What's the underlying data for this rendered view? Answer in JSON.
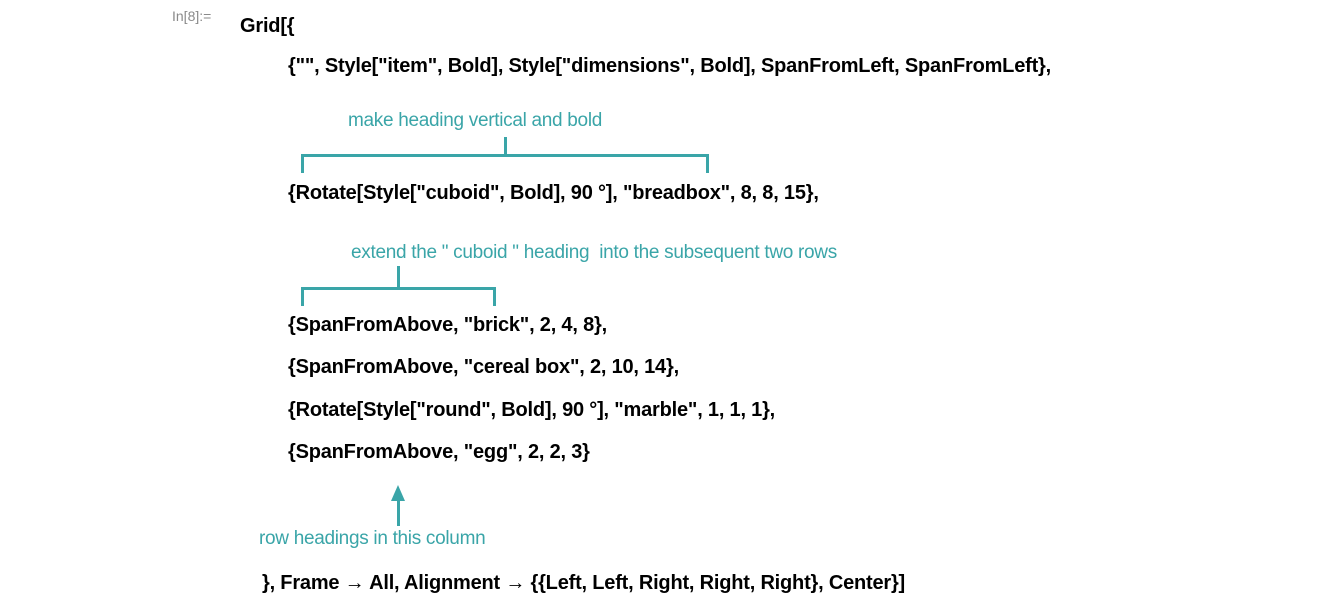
{
  "cell": {
    "label": "In[8]:=",
    "lines": [
      "Grid[{",
      "{\"\", Style[\"item\", Bold], Style[\"dimensions\", Bold], SpanFromLeft, SpanFromLeft},",
      "{Rotate[Style[\"cuboid\", Bold], 90 °], \"breadbox\", 8, 8, 15},",
      "{SpanFromAbove, \"brick\", 2, 4, 8},",
      "{SpanFromAbove, \"cereal box\", 2, 10, 14},",
      "{Rotate[Style[\"round\", Bold], 90 °], \"marble\", 1, 1, 1},",
      "{SpanFromAbove, \"egg\", 2, 2, 3}",
      "}, Frame → All, Alignment → {{Left, Left, Right, Right, Right}, Center}]"
    ]
  },
  "annotations": {
    "heading_vertical": "make heading vertical and bold",
    "extend_cuboid": "extend the \" cuboid \" heading  into the subsequent two rows",
    "row_headings": "row headings in this column"
  },
  "colors": {
    "annotation": "#3aa5a8"
  }
}
